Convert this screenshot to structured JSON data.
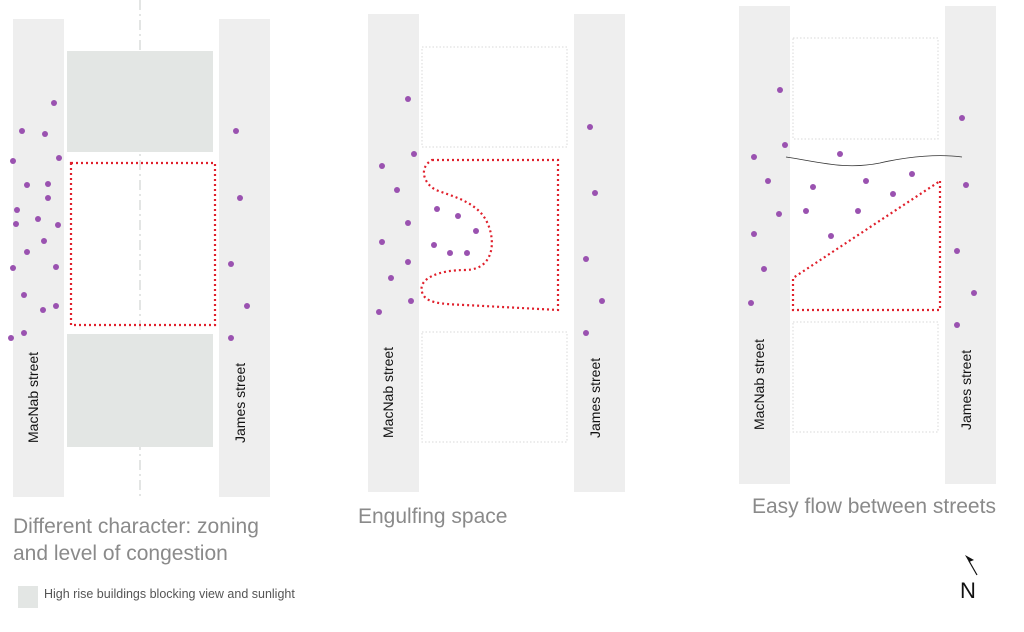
{
  "panels": [
    {
      "caption_line1": "Different character: zoning",
      "caption_line2": "and level of congestion",
      "west_street": "MacNab street",
      "east_street": "James street"
    },
    {
      "caption_line1": "Engulfing space",
      "west_street": "MacNab street",
      "east_street": "James street"
    },
    {
      "caption_line1": "Easy flow between streets",
      "west_street": "MacNab street",
      "east_street": "James street"
    }
  ],
  "legend": {
    "text": "High rise buildings blocking view and sunlight"
  },
  "compass": {
    "letter": "N"
  },
  "colors": {
    "street": "#eeeeee",
    "building": "#e3e6e4",
    "site_outline": "#e0202c",
    "person_dot": "#9a52b0",
    "caption": "#8a8a8a"
  }
}
